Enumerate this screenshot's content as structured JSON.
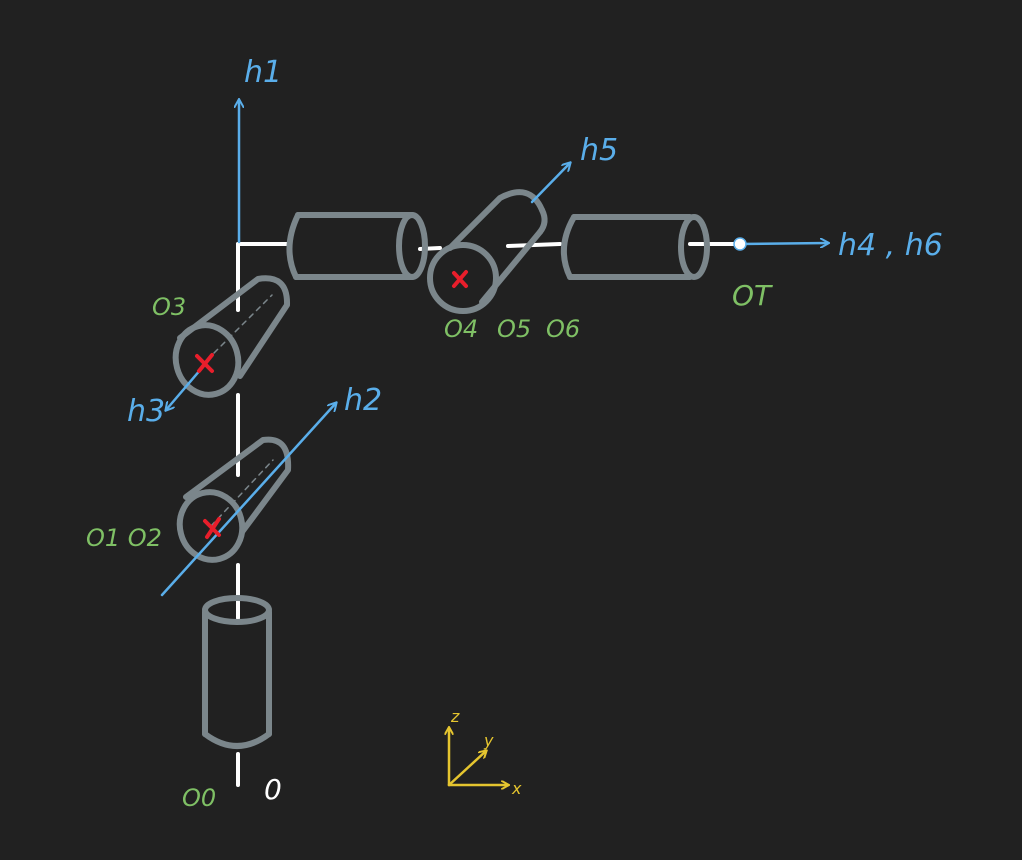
{
  "colors": {
    "background": "#212121",
    "link": "#ffffff",
    "body": "#7b868b",
    "axis": "#5aaeea",
    "joint_mark": "#e81e2b",
    "frame_label": "#7fc065",
    "base_frame": "#ffffff",
    "world_axes": "#e5c52f"
  },
  "labels": {
    "h1": "h1",
    "h2": "h2",
    "h3": "h3",
    "h4_h6": "h4 , h6",
    "h5": "h5",
    "o0": "O0",
    "o1_o2": "O1 O2",
    "o3": "O3",
    "o4": "O4",
    "o5": "O5",
    "o6": "O6",
    "ot": "OT",
    "base": "0",
    "world_x": "x",
    "world_y": "y",
    "world_z": "z"
  }
}
